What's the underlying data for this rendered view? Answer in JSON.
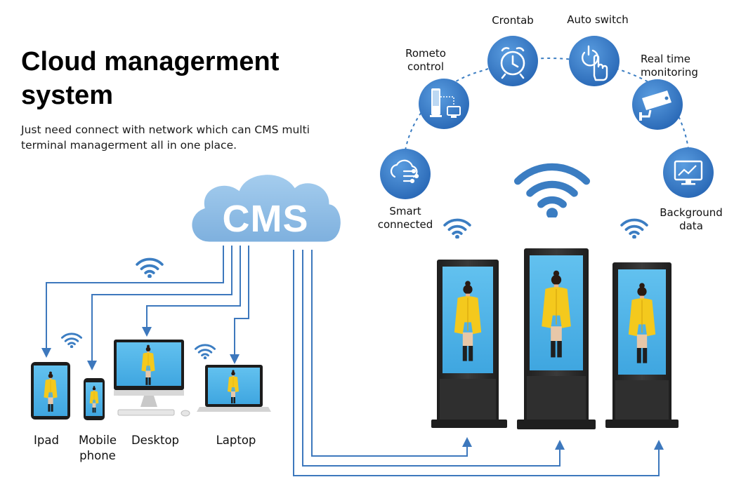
{
  "header": {
    "title": "Cloud managerment system",
    "subtitle": "Just need connect with network which can CMS multi terminal managerment all in one place."
  },
  "cloud": {
    "label": "CMS"
  },
  "features": [
    {
      "id": "smart-connected",
      "label": "Smart connected",
      "icon": "network-cloud-icon"
    },
    {
      "id": "rometo-control",
      "label": "Rometo control",
      "icon": "kiosk-remote-icon"
    },
    {
      "id": "crontab",
      "label": "Crontab",
      "icon": "alarm-clock-icon"
    },
    {
      "id": "auto-switch",
      "label": "Auto switch",
      "icon": "power-hand-icon"
    },
    {
      "id": "real-time-monitoring",
      "label": "Real time monitoring",
      "icon": "cctv-camera-icon"
    },
    {
      "id": "background-data",
      "label": "Background data",
      "icon": "line-chart-monitor-icon"
    }
  ],
  "devices": [
    {
      "id": "ipad",
      "label": "Ipad"
    },
    {
      "id": "mobile-phone",
      "label": "Mobile phone"
    },
    {
      "id": "desktop",
      "label": "Desktop"
    },
    {
      "id": "laptop",
      "label": "Laptop"
    }
  ],
  "colors": {
    "accent": "#3b7dc2",
    "icon_blue": "#2e74c4",
    "cloud": "#8dbbe4",
    "line": "#3d78bd",
    "screen": "#56b7ea",
    "coat": "#f4c91d",
    "kiosk": "#2b2b2b"
  }
}
